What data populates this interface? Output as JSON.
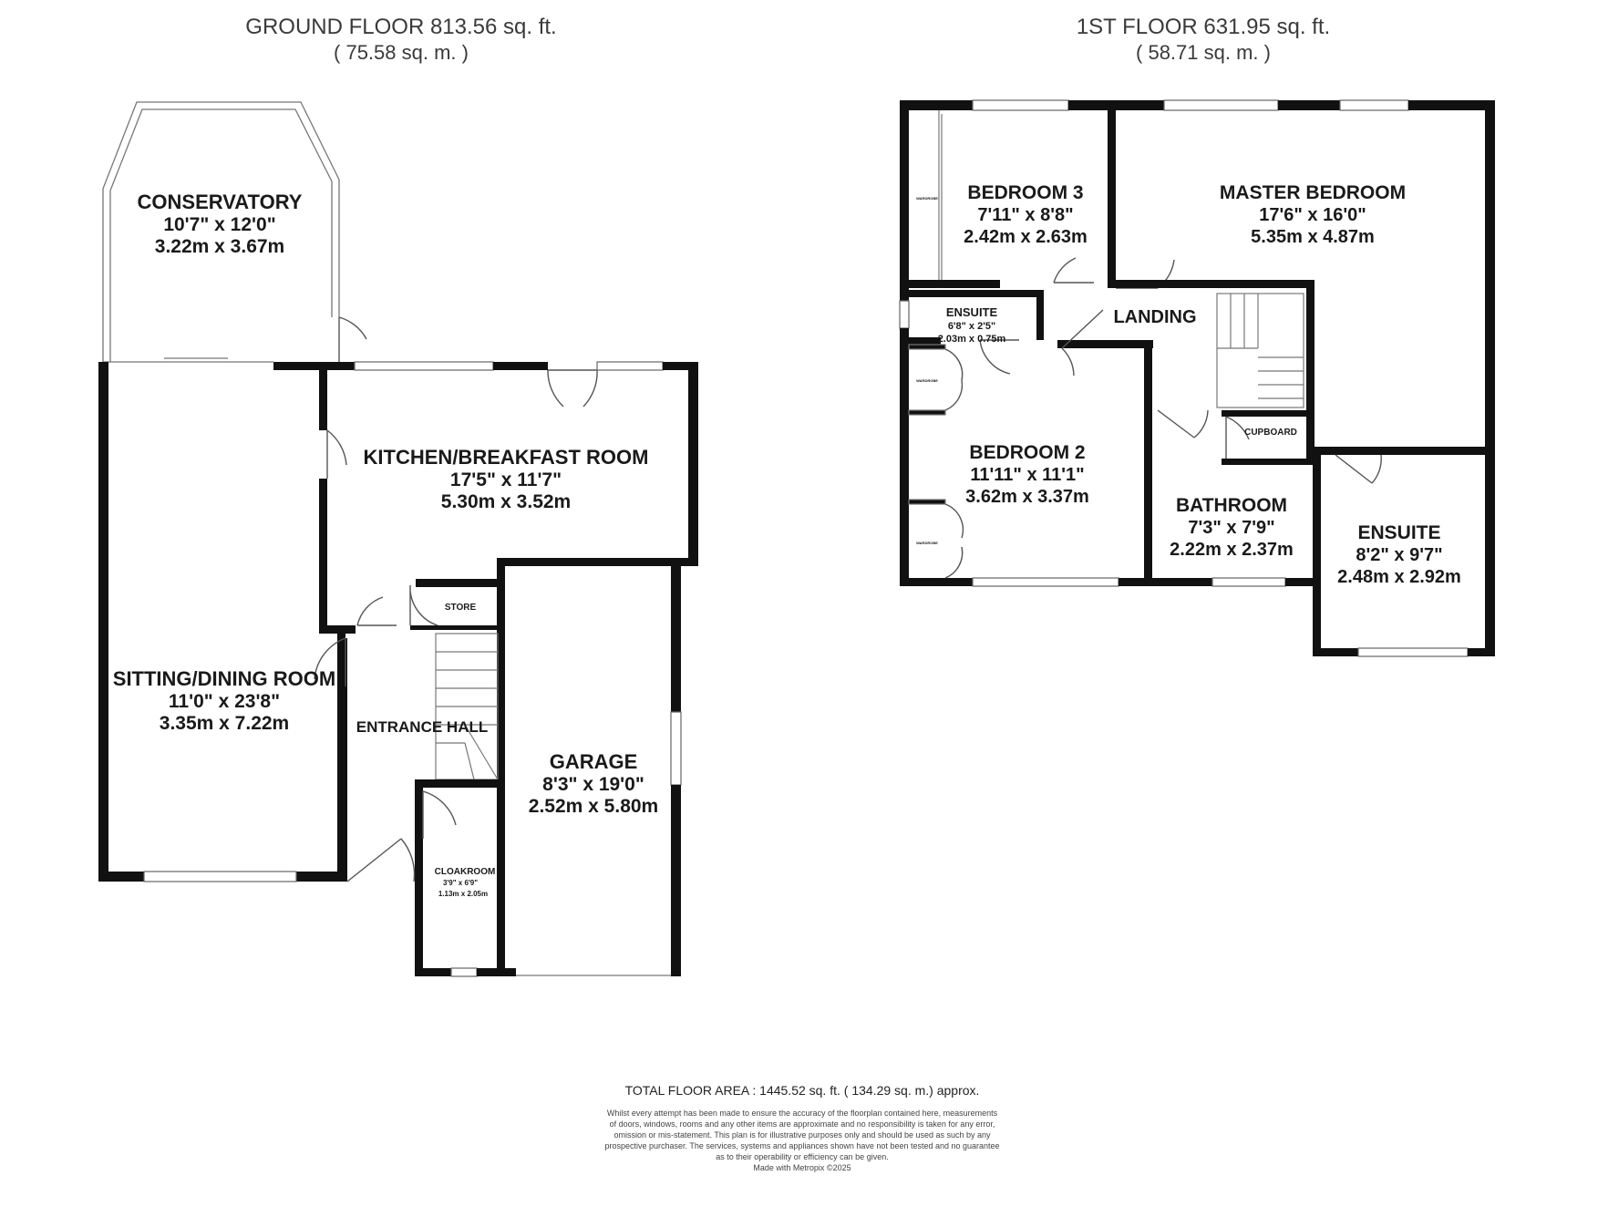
{
  "ground_floor": {
    "title": "GROUND FLOOR 813.56 sq. ft.",
    "subtitle": "( 75.58 sq. m. )",
    "rooms": [
      {
        "name": "CONSERVATORY",
        "imperial": "10'7\" x 12'0\"",
        "metric": "3.22m x 3.67m"
      },
      {
        "name": "KITCHEN/BREAKFAST ROOM",
        "imperial": "17'5\" x 11'7\"",
        "metric": "5.30m x 3.52m"
      },
      {
        "name": "SITTING/DINING ROOM",
        "imperial": "11'0\" x 23'8\"",
        "metric": "3.35m x 7.22m"
      },
      {
        "name": "ENTRANCE HALL"
      },
      {
        "name": "STORE"
      },
      {
        "name": "GARAGE",
        "imperial": "8'3\" x 19'0\"",
        "metric": "2.52m x 5.80m"
      },
      {
        "name": "CLOAKROOM",
        "imperial": "3'9\" x 6'9\"",
        "metric": "1.13m x 2.05m"
      }
    ]
  },
  "first_floor": {
    "title": "1ST FLOOR 631.95 sq. ft.",
    "subtitle": "( 58.71 sq. m. )",
    "rooms": [
      {
        "name": "BEDROOM 3",
        "imperial": "7'11\" x 8'8\"",
        "metric": "2.42m x 2.63m"
      },
      {
        "name": "MASTER BEDROOM",
        "imperial": "17'6\" x 16'0\"",
        "metric": "5.35m x 4.87m"
      },
      {
        "name": "ENSUITE",
        "imperial": "6'8\" x 2'5\"",
        "metric": "2.03m x 0.75m"
      },
      {
        "name": "LANDING"
      },
      {
        "name": "BEDROOM 2",
        "imperial": "11'11\" x 11'1\"",
        "metric": "3.62m x 3.37m"
      },
      {
        "name": "CUPBOARD"
      },
      {
        "name": "BATHROOM",
        "imperial": "7'3\" x 7'9\"",
        "metric": "2.22m x 2.37m"
      },
      {
        "name": "ENSUITE",
        "imperial": "8'2\" x 9'7\"",
        "metric": "2.48m x 2.92m"
      }
    ],
    "wardrobe_label": "WARDROBE"
  },
  "footer": {
    "total": "TOTAL FLOOR AREA : 1445.52 sq. ft. ( 134.29 sq. m.) approx.",
    "disclaimer": [
      "Whilst every attempt has been made to ensure the accuracy of the floorplan contained here, measurements",
      "of doors, windows, rooms and any other items are approximate and no responsibility is taken for any error,",
      "omission or mis-statement. This plan is for illustrative purposes only and should be used as such by any",
      "prospective purchaser. The services, systems and appliances shown have not been tested and no guarantee",
      "as to their operability or efficiency can be given."
    ],
    "credit": "Made with Metropix ©2025"
  }
}
